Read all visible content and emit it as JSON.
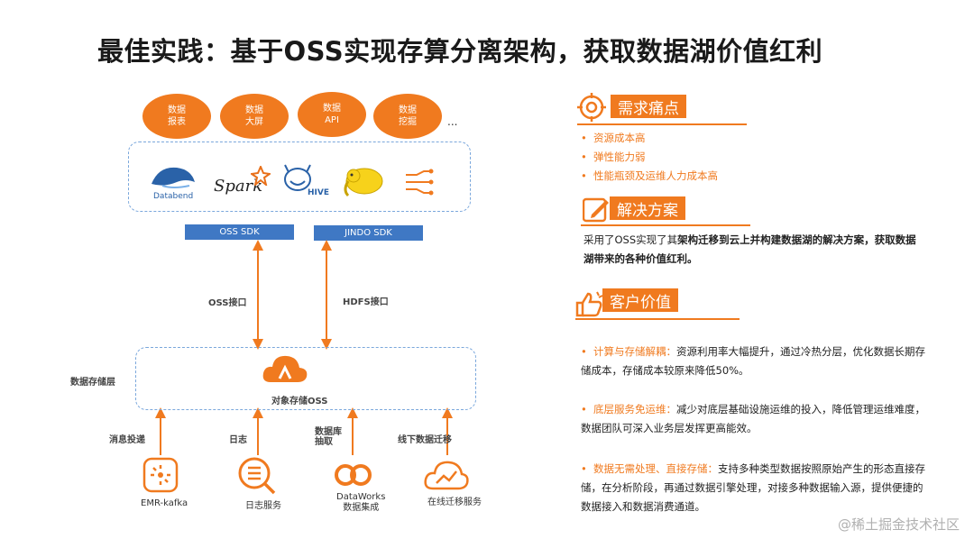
{
  "title": "最佳实践：基于OSS实现存算分离架构，获取数据湖价值红利",
  "apps": [
    {
      "l1": "数据",
      "l2": "报表"
    },
    {
      "l1": "数据",
      "l2": "大屏"
    },
    {
      "l1": "数据",
      "l2": "API"
    },
    {
      "l1": "数据",
      "l2": "挖掘"
    }
  ],
  "apps_more": "...",
  "engines": {
    "databend": "Databend",
    "spark": "Spark",
    "hive": "HIVE"
  },
  "sdk": {
    "oss": "OSS SDK",
    "jindo": "JINDO SDK"
  },
  "links": {
    "oss": "OSS接口",
    "hdfs": "HDFS接口"
  },
  "storage": {
    "layer_label": "数据存储层",
    "name": "对象存储OSS"
  },
  "ingest": {
    "labels": [
      "消息投递",
      "日志",
      "数据库\n抽取",
      "线下数据迁移"
    ],
    "sources": [
      "EMR-kafka",
      "日志服务",
      "DataWorks\n数据集成",
      "在线迁移服务"
    ]
  },
  "sections": {
    "pain": {
      "title": "需求痛点",
      "items": [
        "资源成本高",
        "弹性能力弱",
        "性能瓶颈及运维人力成本高"
      ]
    },
    "solution": {
      "title": "解决方案",
      "text_plain": "采用了OSS实现了其",
      "text_bold": "架构迁移到云上并构建数据湖的解决方案，获取数据湖带来的各种价值红利。"
    },
    "value": {
      "title": "客户价值",
      "items": [
        {
          "head": "计算与存储解耦：",
          "text": "资源利用率大幅提升，通过冷热分层，优化数据长期存储成本，存储成本较原来降低50%。"
        },
        {
          "head": "底层服务免运维：",
          "text": "减少对底层基础设施运维的投入，降低管理运维难度，数据团队可深入业务层发挥更高能效。"
        },
        {
          "head": "数据无需处理、直接存储：",
          "text": "支持多种类型数据按照原始产生的形态直接存储，在分析阶段，再通过数据引擎处理，对接多种数据输入源，提供便捷的数据接入和数据消费通道。"
        }
      ]
    }
  },
  "watermark": "@稀土掘金技术社区",
  "colors": {
    "accent": "#f07a1f",
    "blue": "#3f78c4",
    "dash": "#7aa7dc"
  }
}
